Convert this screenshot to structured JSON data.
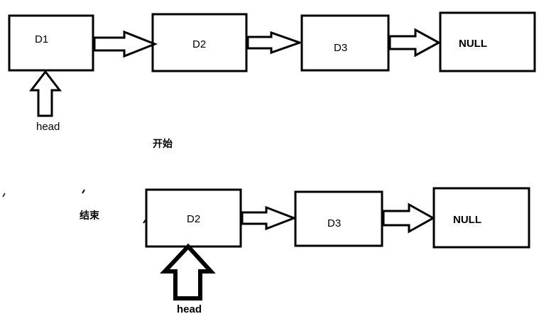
{
  "start_section": {
    "caption": "开始",
    "nodes": [
      {
        "label": "D1"
      },
      {
        "label": "D2"
      },
      {
        "label": "D3"
      },
      {
        "label": "NULL"
      }
    ],
    "pointer_label": "head"
  },
  "end_section": {
    "caption": "结束",
    "nodes": [
      {
        "label": "D2"
      },
      {
        "label": "D3"
      },
      {
        "label": "NULL"
      }
    ],
    "pointer_label": "head"
  },
  "colors": {
    "stroke": "#000000",
    "background": "#ffffff"
  }
}
